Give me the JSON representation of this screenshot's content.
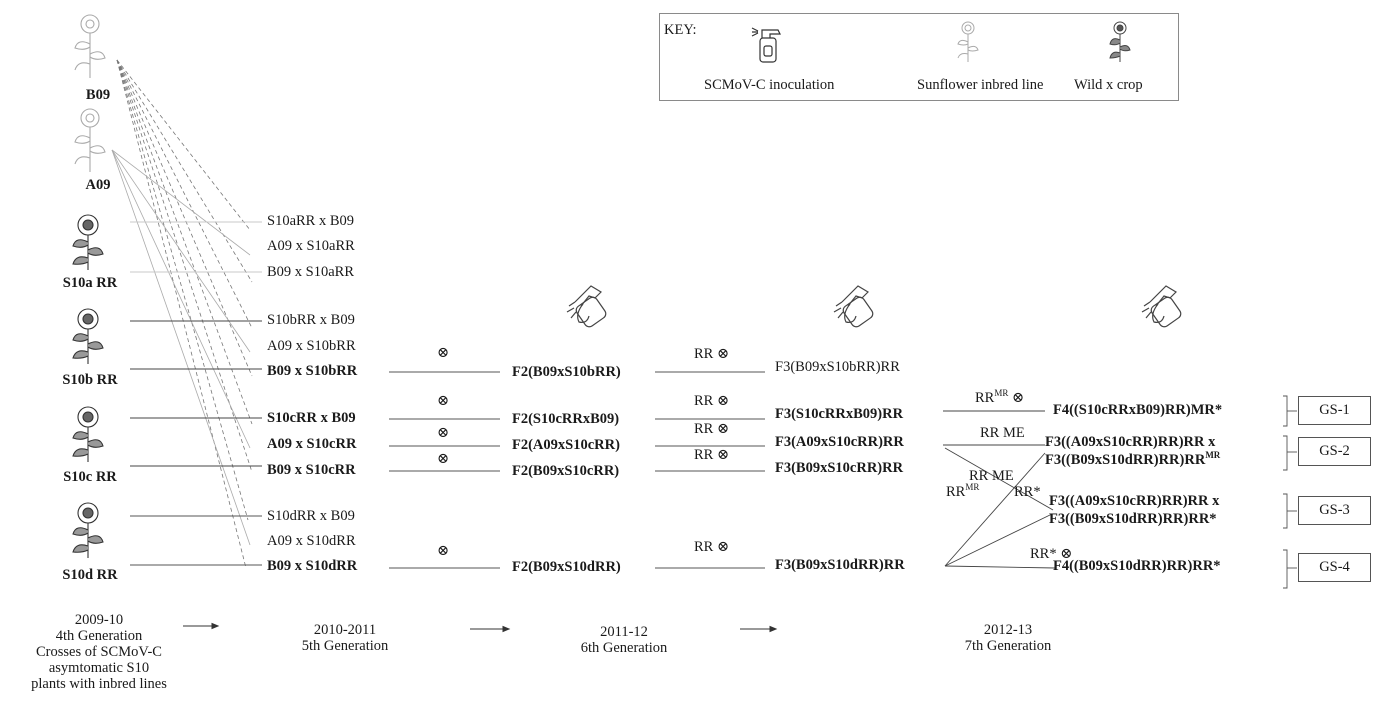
{
  "key": {
    "title": "KEY:",
    "items": [
      {
        "label": "SCMoV-C inoculation",
        "icon": "spray-bottle-icon"
      },
      {
        "label": "Sunflower inbred line",
        "icon": "inbred-sunflower-icon"
      },
      {
        "label": "Wild x crop",
        "icon": "wild-crop-sunflower-icon"
      }
    ]
  },
  "parents": [
    "B09",
    "A09",
    "S10a RR",
    "S10b RR",
    "S10c RR",
    "S10d RR"
  ],
  "gen5": {
    "a": [
      "S10aRR x B09",
      "A09 x S10aRR",
      "B09 x S10aRR"
    ],
    "b": [
      "S10bRR x B09",
      "A09 x S10bRR",
      "B09 x S10bRR"
    ],
    "c": [
      "S10cRR x B09",
      "A09 x S10cRR",
      "B09 x S10cRR"
    ],
    "d": [
      "S10dRR x B09",
      "A09 x S10dRR",
      "B09 x S10dRR"
    ]
  },
  "selfing_symbol": "⊗",
  "gen6": [
    "F2(B09xS10bRR)",
    "F2(S10cRRxB09)",
    "F2(A09xS10cRR)",
    "F2(B09xS10cRR)",
    "F2(B09xS10dRR)"
  ],
  "rr_self": "RR ⊗",
  "gen7": [
    "F3(B09xS10bRR)RR",
    "F3(S10cRRxB09)RR",
    "F3(A09xS10cRR)RR",
    "F3(B09xS10cRR)RR",
    "F3(B09xS10dRR)RR"
  ],
  "gen7_edges": {
    "mr_self_base": "RR",
    "mr_self_sup": "MR",
    "mr_self_tail": " ⊗",
    "rr_me_1": "RR ME",
    "rr_me_2": "RR ME",
    "rr_mr_base": "RR",
    "rr_mr_sup": "MR",
    "rr_star": "RR*",
    "rr_star_self": "RR* ⊗"
  },
  "gen8": {
    "gs1": "F4((S10cRRxB09)RR)MR*",
    "gs2_line1": "F3((A09xS10cRR)RR)RR x",
    "gs2_line2_base": "F3((B09xS10dRR)RR)RR",
    "gs2_line2_sup": "MR",
    "gs3_line1": "F3((A09xS10cRR)RR)RR x",
    "gs3_line2": "F3((B09xS10dRR)RR)RR*",
    "gs4": "F4((B09xS10dRR)RR)RR*"
  },
  "groups": [
    "GS-1",
    "GS-2",
    "GS-3",
    "GS-4"
  ],
  "timeline": [
    {
      "year": "2009-10",
      "lines": [
        "4th Generation",
        "Crosses of SCMoV-C",
        "asymtomatic  S10",
        "plants with inbred lines"
      ]
    },
    {
      "year": "2010-2011",
      "lines": [
        "5th Generation"
      ]
    },
    {
      "year": "2011-12",
      "lines": [
        "6th Generation"
      ]
    },
    {
      "year": "2012-13",
      "lines": [
        "7th Generation"
      ]
    }
  ]
}
